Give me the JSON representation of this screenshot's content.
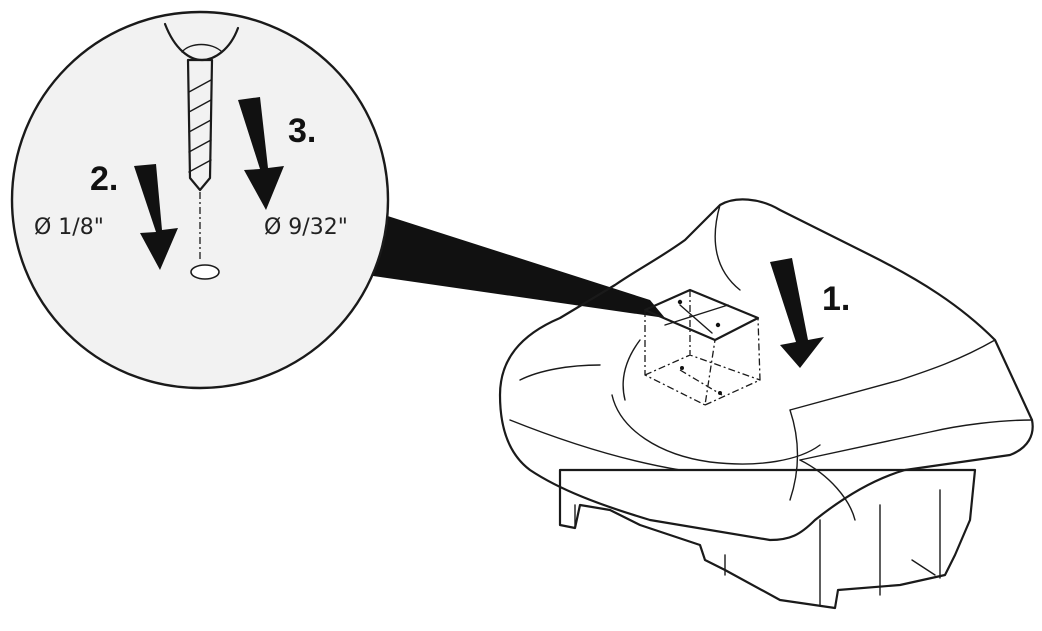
{
  "steps": {
    "step1": "1.",
    "step2": "2.",
    "step3": "3."
  },
  "dimensions": {
    "pilot_hole": "Ø 1/8\"",
    "final_hole": "Ø 9/32\""
  },
  "colors": {
    "body_fill": "#f2f2f2",
    "body_shade": "#e6e6e6",
    "template_fill": "#cfcfcf",
    "drill_fill": "#e8e8e8",
    "ink": "#111111"
  }
}
